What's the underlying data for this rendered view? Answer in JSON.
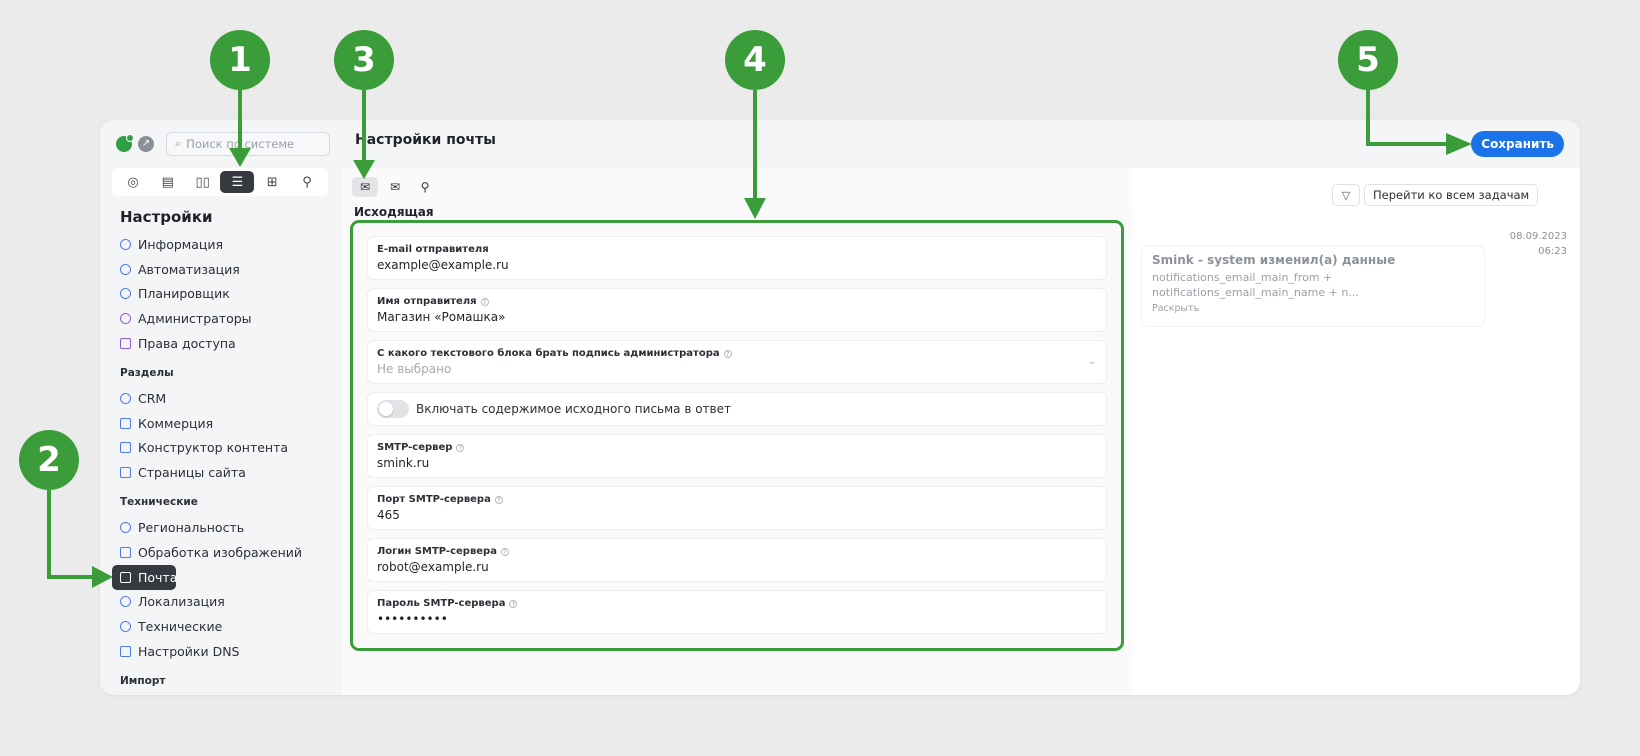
{
  "search": {
    "placeholder": "Поиск по системе"
  },
  "sidebar": {
    "title": "Настройки",
    "items_top": [
      {
        "label": "Информация",
        "icon": "info-icon"
      },
      {
        "label": "Автоматизация",
        "icon": "bolt-icon"
      },
      {
        "label": "Планировщик",
        "icon": "clock-icon"
      },
      {
        "label": "Администраторы",
        "icon": "user-circle-icon"
      },
      {
        "label": "Права доступа",
        "icon": "lock-icon"
      }
    ],
    "group_sections": "Разделы",
    "items_sections": [
      {
        "label": "CRM",
        "icon": "crm-icon"
      },
      {
        "label": "Коммерция",
        "icon": "shop-icon"
      },
      {
        "label": "Конструктор контента",
        "icon": "layers-icon"
      },
      {
        "label": "Страницы сайта",
        "icon": "grid-icon"
      }
    ],
    "group_technical": "Технические",
    "items_technical": [
      {
        "label": "Региональность",
        "icon": "location-icon"
      },
      {
        "label": "Обработка изображений",
        "icon": "image-icon"
      },
      {
        "label": "Почта",
        "icon": "mail-icon",
        "active": true
      },
      {
        "label": "Локализация",
        "icon": "globe-icon"
      },
      {
        "label": "Технические",
        "icon": "gear-icon"
      },
      {
        "label": "Настройки DNS",
        "icon": "server-icon"
      }
    ],
    "group_import": "Импорт"
  },
  "header": {
    "title": "Настройки почты",
    "save_label": "Сохранить"
  },
  "main": {
    "section_label": "Исходящая",
    "fields": {
      "sender_email": {
        "label": "E-mail отправителя",
        "value": "example@example.ru"
      },
      "sender_name": {
        "label": "Имя отправителя",
        "value": "Магазин «Ромашка»"
      },
      "signature_block": {
        "label": "С какого текстового блока брать подпись администратора",
        "placeholder": "Не выбрано"
      },
      "include_original": {
        "label": "Включать содержимое исходного письма в ответ",
        "on": false
      },
      "smtp_server": {
        "label": "SMTP-сервер",
        "value": "smink.ru"
      },
      "smtp_port": {
        "label": "Порт SMTP-сервера",
        "value": "465"
      },
      "smtp_login": {
        "label": "Логин SMTP-сервера",
        "value": "robot@example.ru"
      },
      "smtp_password": {
        "label": "Пароль SMTP-сервера",
        "value": "••••••••••"
      }
    }
  },
  "right": {
    "all_tasks_label": "Перейти ко всем задачам",
    "log": {
      "date": "08.09.2023",
      "time": "06:23",
      "title": "Smink - system изменил(а) данные",
      "line1": "notifications_email_main_from +",
      "line2": "notifications_email_main_name + n...",
      "expand": "Раскрыть"
    }
  },
  "markers": [
    "1",
    "2",
    "3",
    "4",
    "5"
  ],
  "colors": {
    "accent": "#1a73e8",
    "annotation": "#3a9d3a",
    "active_nav": "#363a40"
  }
}
